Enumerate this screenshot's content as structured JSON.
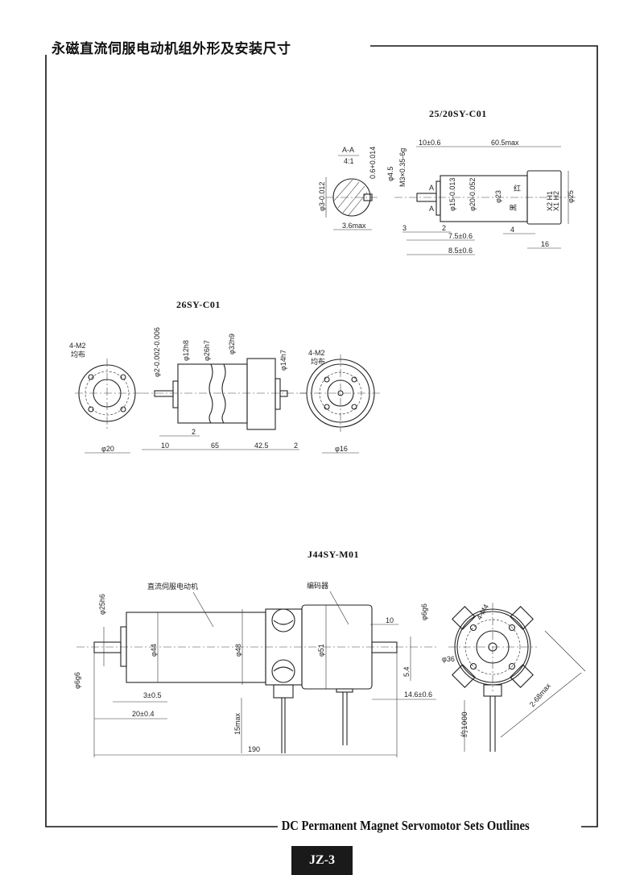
{
  "header": {
    "title": "永磁直流伺服电动机组外形及安装尺寸"
  },
  "footer": {
    "title": "DC Permanent Magnet Servomotor Sets Outlines",
    "page_code": "JZ-3"
  },
  "drawing_25_20": {
    "model": "25/20SY-C01",
    "section": "A-A",
    "scale": "4:1",
    "dims": {
      "shaft_dia": "φ3-0.012",
      "key": "0.6+0.014",
      "width": "3.6max",
      "len_10": "10±0.6",
      "len_total": "60.5max",
      "d45": "φ4.5",
      "thread": "M3×0.35-6g",
      "d15": "φ15-0.013",
      "d20": "φ20-0.052",
      "d23": "φ23",
      "d25": "φ25",
      "d3": "3",
      "d2": "2",
      "l75": "7.5±0.6",
      "l85": "8.5±0.6",
      "l4": "4",
      "l16": "16",
      "sec_a": "A"
    },
    "wires": {
      "red": "红",
      "black": "黑",
      "x2h1": "X2 H1",
      "x1h2": "X1 H2"
    }
  },
  "drawing_26": {
    "model": "26SY-C01",
    "dims": {
      "holes": "4-M2",
      "even": "均布",
      "d20": "φ20",
      "shaft": "φ2-0.002-0.006",
      "d12": "φ12h8",
      "d26": "φ26h7",
      "d32": "φ32h9",
      "d14": "φ14h7",
      "l10": "10",
      "l65": "65",
      "l425": "42.5",
      "l2": "2",
      "l2b": "2",
      "d16": "φ16"
    }
  },
  "drawing_j44": {
    "model": "J44SY-M01",
    "motor_label": "直流伺服电动机",
    "encoder_label": "编码器",
    "dims": {
      "d25": "φ25h6",
      "d6a": "φ6g6",
      "d44": "φ44",
      "d48": "φ48",
      "d51": "φ51",
      "l3": "3±0.5",
      "l20": "20±0.4",
      "l15": "15max",
      "l190": "190",
      "l10": "10",
      "d6b": "φ6g6",
      "l54": "5.4",
      "l146": "14.6±0.6",
      "holes": "4-M4",
      "d36": "φ36",
      "l68": "2-68max",
      "cable": "约1000"
    }
  }
}
